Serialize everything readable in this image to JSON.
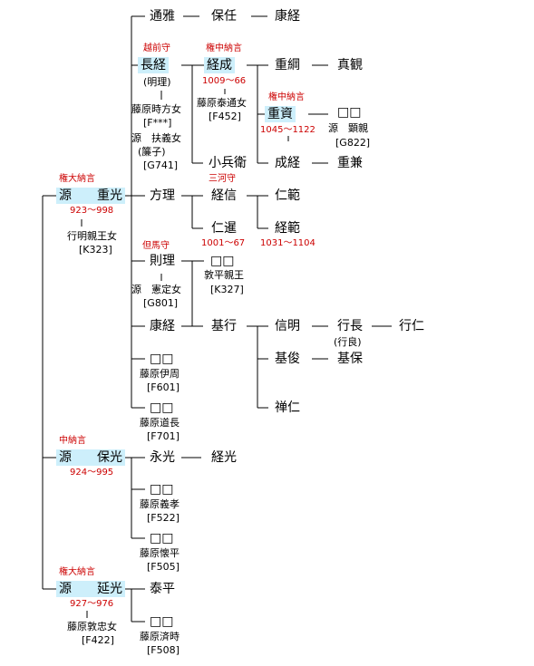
{
  "persons": {
    "michimasa": "通雅",
    "yasutou": "保任",
    "yasutsune": "康経",
    "nagatsune": "長経",
    "nagatsune_alt": "(明理)",
    "nagatsune_w1": "藤原時方女",
    "nagatsune_w1_ref": "[F***]",
    "nagatsune_w2": "源　扶義女",
    "nagatsune_w2_alt": "(簾子)",
    "nagatsune_w2_ref": "[G741]",
    "tsunenari": "経成",
    "tsunenari_years": "1009〜66",
    "tsunenari_w": "藤原泰通女",
    "tsunenari_w_ref": "[F452]",
    "shigetsuna": "重綱",
    "shinkan": "真観",
    "shigesuke": "重資",
    "shigesuke_years": "1045〜1122",
    "shigesuke_w": "□□",
    "shigesuke_w_full": "源　顕親",
    "shigesuke_w_ref": "[G822]",
    "kohyoe": "小兵衛",
    "naritsune": "成経",
    "shigekane": "重兼",
    "shigemitsu": "源　　重光",
    "shigemitsu_years": "923〜998",
    "shigemitsu_w": "行明親王女",
    "shigemitsu_w_ref": "[K323]",
    "houri": "方理",
    "tsunenobu": "経信",
    "ninpan": "仁範",
    "nintei": "仁暹",
    "nintei_years": "1001〜67",
    "tsunenori": "経範",
    "tsunenori_years": "1031〜1104",
    "norimasa": "則理",
    "norimasa_w": "源　憲定女",
    "norimasa_w_ref": "[G801]",
    "norimasa_c": "□□",
    "norimasa_c_name": "敦平親王",
    "norimasa_c_ref": "[K327]",
    "yasutsune2": "康経",
    "motoyuki": "基行",
    "nobuaki": "信明",
    "yukinaga": "行長",
    "yukinaga_alt": "(行良)",
    "gyojin": "行仁",
    "motoshun": "基俊",
    "motoyasu": "基保",
    "zennin": "禅仁",
    "d1": "□□",
    "d1_name": "藤原伊周",
    "d1_ref": "[F601]",
    "d2": "□□",
    "d2_name": "藤原道長",
    "d2_ref": "[F701]",
    "yasumitsu": "源　　保光",
    "yasumitsu_years": "924〜995",
    "nagamitsu": "永光",
    "tsunemitsu": "経光",
    "d3": "□□",
    "d3_name": "藤原義孝",
    "d3_ref": "[F522]",
    "d4": "□□",
    "d4_name": "藤原懐平",
    "d4_ref": "[F505]",
    "nobumitsu": "源　　延光",
    "nobumitsu_years": "927〜976",
    "nobumitsu_w": "藤原敦忠女",
    "nobumitsu_w_ref": "[F422]",
    "yasuhira": "泰平",
    "d5": "□□",
    "d5_name": "藤原済時",
    "d5_ref": "[F508]"
  },
  "titles": {
    "echizen": "越前守",
    "gonchunagon1": "権中納言",
    "gonchunagon2": "権中納言",
    "mikawa": "三河守",
    "gondainagon1": "権大納言",
    "tajima": "但馬守",
    "chunagon": "中納言",
    "gondainagon2": "権大納言"
  },
  "colors": {
    "highlight": "#cdeffb",
    "title_red": "#cc0000",
    "line": "#000000"
  }
}
